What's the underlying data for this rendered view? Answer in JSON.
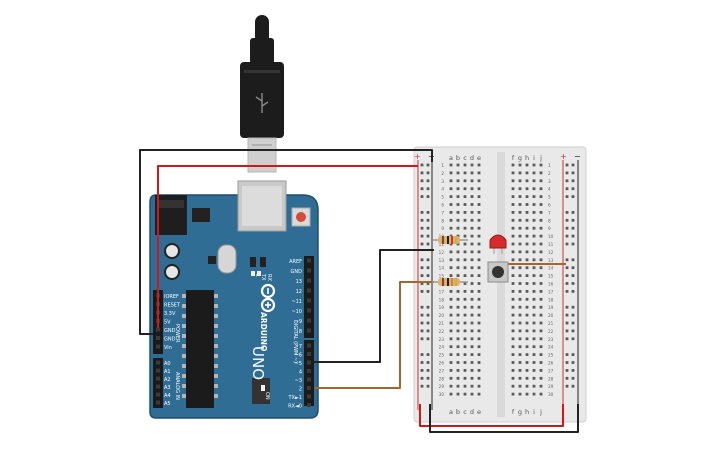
{
  "colors": {
    "board": "#2f6d94",
    "board_edge": "#1f4f6e",
    "breadboard": "#e9e9e9",
    "rail_red": "#d32f2f",
    "rail_blue": "#222222",
    "wire_red": "#d01818",
    "wire_black": "#222222",
    "wire_brown": "#a0682c",
    "led": "#d42b2b",
    "cable": "#1c1c1c",
    "usb_metal": "#cfcfcf"
  },
  "icons": {
    "usb_cable": "usb-cable-icon",
    "arduino_logo": "arduino-logo-icon",
    "reset_button": "reset-button-icon"
  },
  "arduino": {
    "brand": "ARDUINO",
    "model": "UNO",
    "on_label": "ON",
    "tx_label": "TX",
    "rx_label": "RX",
    "l_label": "L",
    "power_header_title": "POWER",
    "power_pins": [
      "IOREF",
      "RESET",
      "3.3V",
      "5V",
      "GND",
      "GND",
      "Vin"
    ],
    "analog_header_title": "ANALOG IN",
    "analog_pins": [
      "A0",
      "A1",
      "A2",
      "A3",
      "A4",
      "A5"
    ],
    "digital_header_title": "DIGITAL (PWM ~)",
    "digital_top_pins": [
      "AREF",
      "GND",
      "13",
      "12",
      "~11",
      "~10",
      "~9",
      "8"
    ],
    "digital_bottom_pins": [
      "7",
      "~6",
      "~5",
      "4",
      "~3",
      "2",
      "TX►1",
      "RX◄0"
    ]
  },
  "breadboard": {
    "columns_left": [
      "a",
      "b",
      "c",
      "d",
      "e"
    ],
    "columns_right": [
      "f",
      "g",
      "h",
      "i",
      "j"
    ],
    "rail_plus": "+",
    "rail_minus": "−",
    "row_labels": [
      "1",
      "2",
      "3",
      "4",
      "5",
      "6",
      "7",
      "8",
      "9",
      "10",
      "11",
      "12",
      "13",
      "14",
      "15",
      "16",
      "17",
      "18",
      "19",
      "20",
      "21",
      "22",
      "23",
      "24",
      "25",
      "26",
      "27",
      "28",
      "29",
      "30"
    ]
  },
  "components": [
    {
      "name": "resistor-1",
      "type": "resistor"
    },
    {
      "name": "resistor-2",
      "type": "resistor"
    },
    {
      "name": "led",
      "type": "led"
    },
    {
      "name": "pushbutton",
      "type": "pushbutton"
    }
  ]
}
